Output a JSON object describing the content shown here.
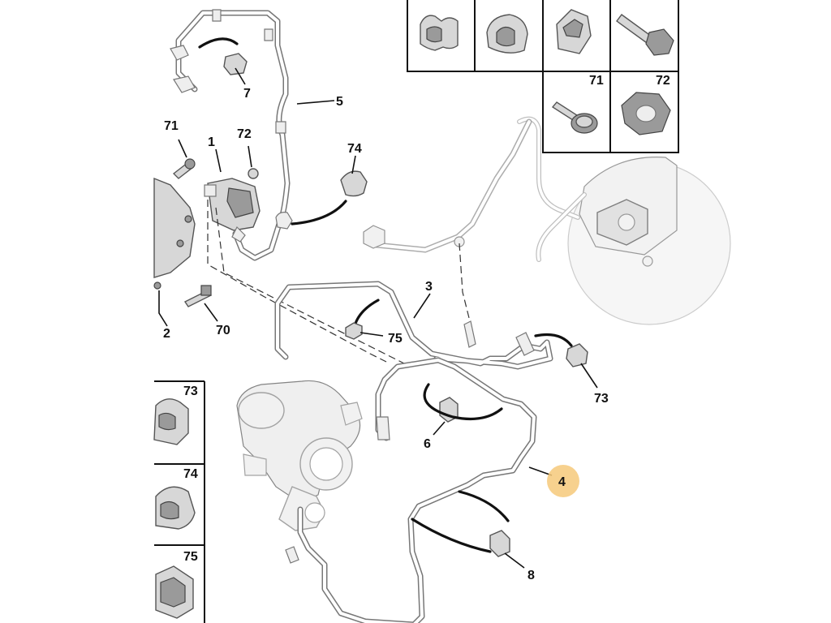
{
  "callouts": {
    "n1": "1",
    "n2": "2",
    "n3": "3",
    "n4": "4",
    "n5": "5",
    "n6": "6",
    "n7": "7",
    "n8": "8",
    "n70": "70",
    "n71": "71",
    "n72": "72",
    "n73a": "73",
    "n74": "74",
    "n75": "75"
  },
  "top_legend": {
    "cell_71": "71",
    "cell_72": "72"
  },
  "left_legend": {
    "cell_73": "73",
    "cell_74": "74",
    "cell_75": "75"
  },
  "highlight": {
    "part_number": "4",
    "color": "#f6c97a"
  },
  "colors": {
    "line": "#111111",
    "pipe": "#777777",
    "part_fill": "#d7d7d7"
  }
}
